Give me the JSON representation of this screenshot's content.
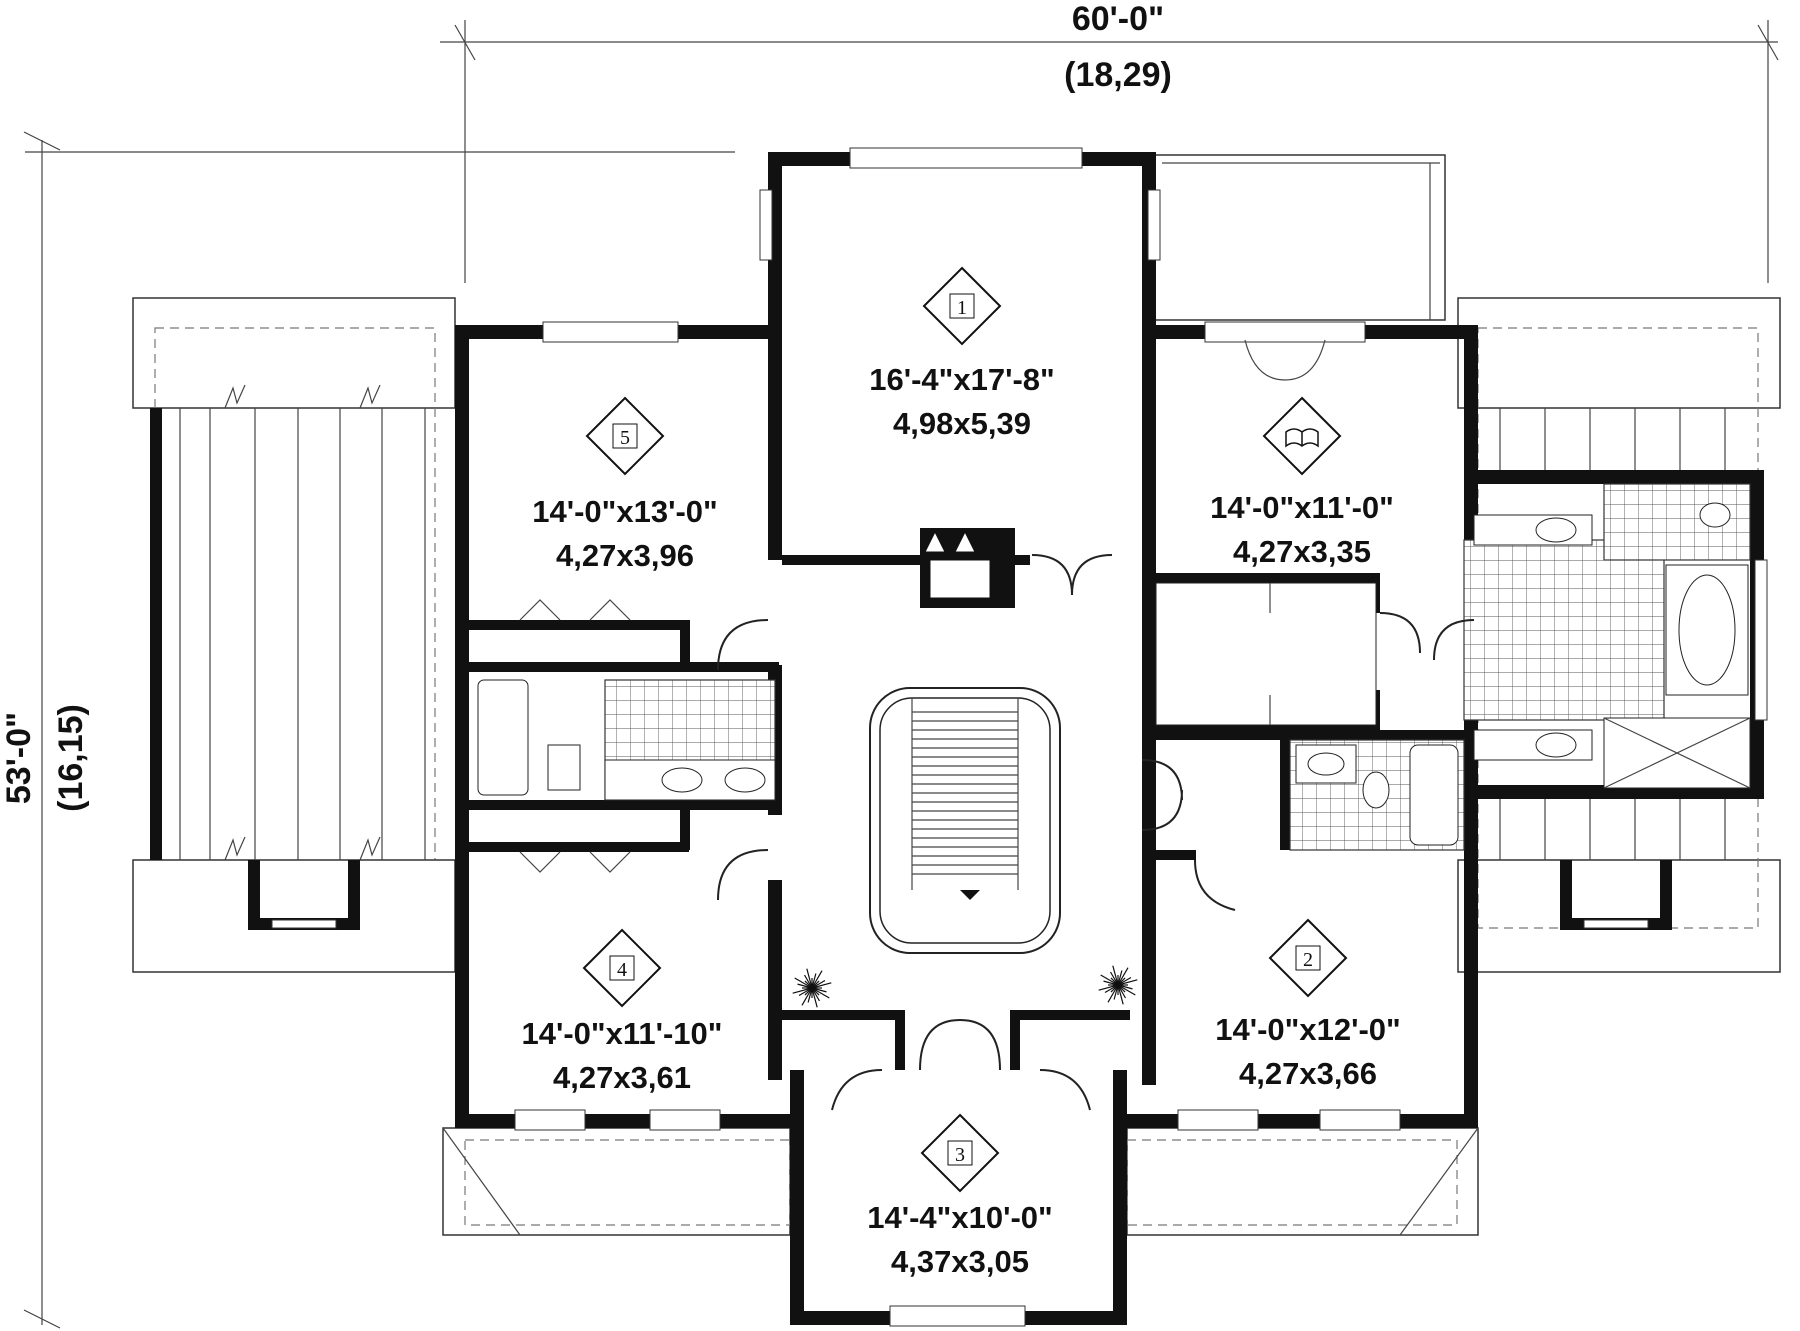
{
  "dimensions": {
    "width_imperial": "60'-0\"",
    "width_metric": "(18,29)",
    "depth_imperial": "53'-0\"",
    "depth_metric": "(16,15)"
  },
  "rooms": [
    {
      "id": "1",
      "icon": "bedroom-1-badge-icon",
      "imperial": "16'-4\"x17'-8\"",
      "metric": "4,98x5,39"
    },
    {
      "id": "5",
      "icon": "bedroom-5-badge-icon",
      "imperial": "14'-0\"x13'-0\"",
      "metric": "4,27x3,96"
    },
    {
      "id": "study",
      "icon": "book-icon",
      "imperial": "14'-0\"x11'-0\"",
      "metric": "4,27x3,35"
    },
    {
      "id": "4",
      "icon": "bedroom-4-badge-icon",
      "imperial": "14'-0\"x11'-10\"",
      "metric": "4,27x3,61"
    },
    {
      "id": "2",
      "icon": "bedroom-2-badge-icon",
      "imperial": "14'-0\"x12'-0\"",
      "metric": "4,27x3,66"
    },
    {
      "id": "3",
      "icon": "bedroom-3-badge-icon",
      "imperial": "14'-4\"x10'-0\"",
      "metric": "4,37x3,05"
    }
  ],
  "badges": {
    "room1": "1",
    "room5": "5",
    "room4": "4",
    "room2": "2",
    "room3": "3"
  },
  "colors": {
    "wall": "#111111",
    "line": "#333333",
    "background": "#ffffff"
  }
}
